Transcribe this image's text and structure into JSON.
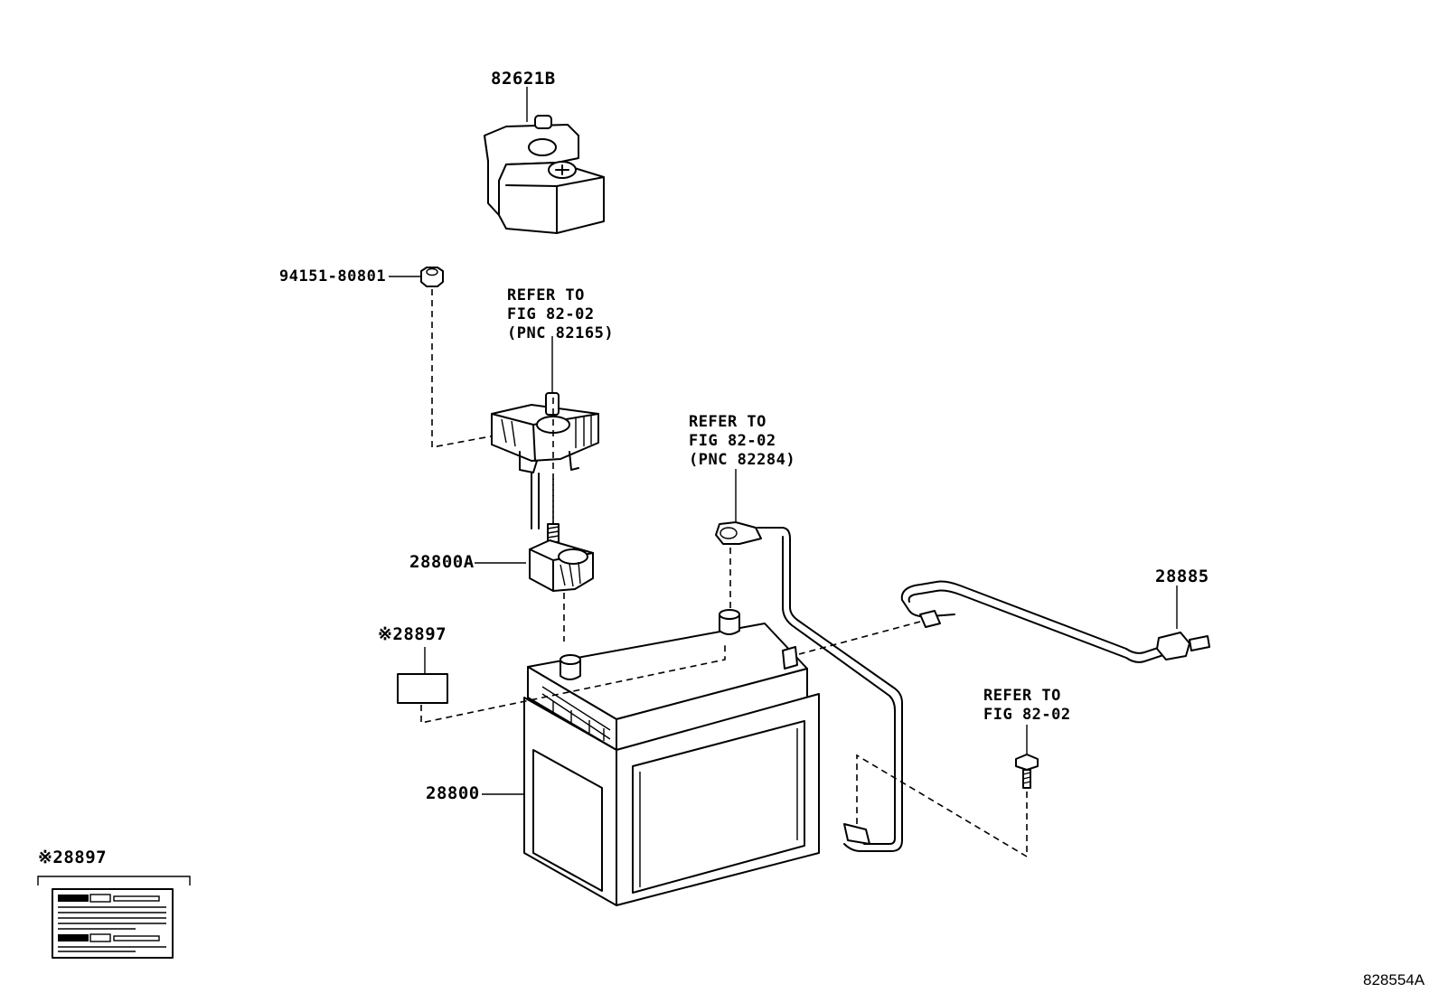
{
  "labels": {
    "cover": "82621B",
    "nut": "94151-80801",
    "fuse_ref": "REFER TO\nFIG 82-02\n(PNC 82165)",
    "cable_ref": "REFER TO\nFIG 82-02\n(PNC 82284)",
    "clamp": "28800A",
    "vent_hose": "28885",
    "caution_label": "※28897",
    "bolt_ref": "REFER TO\nFIG 82-02",
    "battery": "28800",
    "caution_label_detail": "※28897",
    "figure_code": "828554A"
  }
}
